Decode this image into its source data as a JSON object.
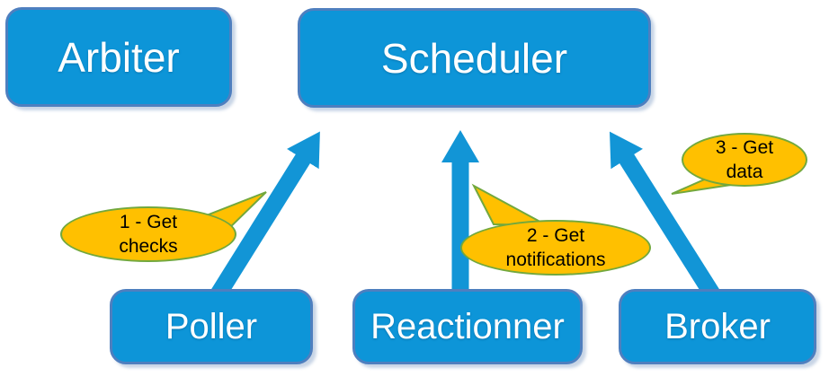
{
  "diagram": {
    "nodes": [
      {
        "id": "arbiter",
        "label": "Arbiter"
      },
      {
        "id": "scheduler",
        "label": "Scheduler"
      },
      {
        "id": "poller",
        "label": "Poller"
      },
      {
        "id": "reactionner",
        "label": "Reactionner"
      },
      {
        "id": "broker",
        "label": "Broker"
      }
    ],
    "edges": [
      {
        "from": "poller",
        "to": "scheduler"
      },
      {
        "from": "reactionner",
        "to": "scheduler"
      },
      {
        "from": "broker",
        "to": "scheduler"
      }
    ],
    "callouts": [
      {
        "id": "callout-1",
        "line1": "1 - Get",
        "line2": "checks"
      },
      {
        "id": "callout-2",
        "line1": "2 - Get",
        "line2": "notifications"
      },
      {
        "id": "callout-3",
        "line1": "3 - Get",
        "line2": "data"
      }
    ],
    "colors": {
      "node_fill": "#0D95D8",
      "node_border": "#4E7FBF",
      "node_text": "#FFFFFF",
      "arrow": "#1295D6",
      "callout_fill": "#FFC000",
      "callout_border": "#72A83D",
      "callout_text": "#000000",
      "background": "#FFFFFF"
    }
  }
}
